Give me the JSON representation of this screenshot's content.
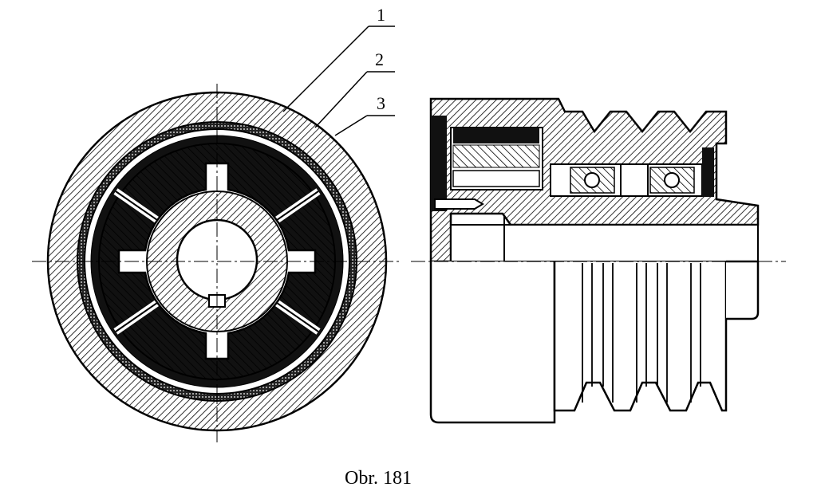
{
  "figure": {
    "caption": "Obr. 181",
    "callouts": [
      {
        "id": "1",
        "text": "1"
      },
      {
        "id": "2",
        "text": "2"
      },
      {
        "id": "3",
        "text": "3"
      }
    ]
  },
  "colors": {
    "ink": "#000000",
    "paper": "#ffffff"
  }
}
